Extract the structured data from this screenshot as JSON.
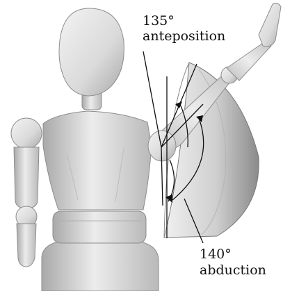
{
  "figure": {
    "anteposition": {
      "angle": "135°",
      "label": "anteposition"
    },
    "abduction": {
      "angle": "140°",
      "label": "abduction"
    }
  },
  "colors": {
    "line": "#111111",
    "mannequin_light": "#eeeeee",
    "mannequin_mid": "#cfcfcf",
    "mannequin_dark": "#9c9c9c",
    "shell_light": "#e2e2e2",
    "shell_dark": "#8e8e8e"
  }
}
